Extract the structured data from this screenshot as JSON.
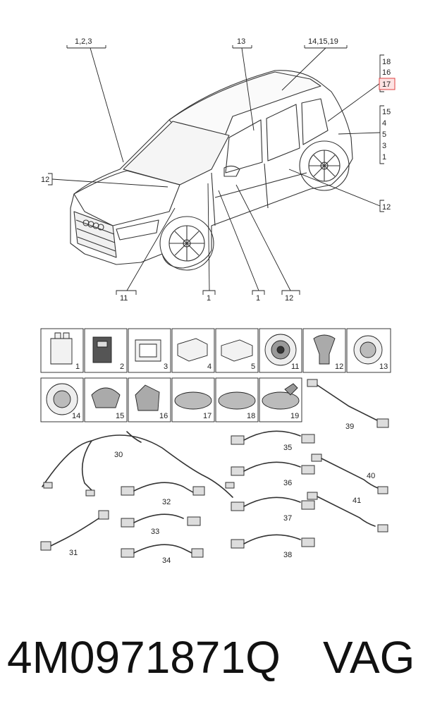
{
  "car_callouts": {
    "c123": "1,2,3",
    "c13": "13",
    "c141519": "14,15,19",
    "right_group_a": [
      "18",
      "16",
      "17"
    ],
    "right_group_a_highlight": "17",
    "right_group_b": [
      "15",
      "4",
      "5",
      "3",
      "1"
    ],
    "c12_left": "12",
    "c12_right": "12",
    "c11": "11",
    "c1a": "1",
    "c1b": "1",
    "c12_bottom": "12"
  },
  "parts_grid": {
    "row1": [
      "1",
      "2",
      "3",
      "4",
      "5",
      "11",
      "12",
      "13"
    ],
    "row2": [
      "14",
      "15",
      "16",
      "17",
      "18",
      "19"
    ]
  },
  "cable_labels": {
    "l30": "30",
    "l31": "31",
    "l32": "32",
    "l33": "33",
    "l34": "34",
    "l35": "35",
    "l36": "36",
    "l37": "37",
    "l38": "38",
    "l39": "39",
    "l40": "40",
    "l41": "41"
  },
  "caption": {
    "part_number": "4M0971871Q",
    "brand": "VAG"
  },
  "colors": {
    "line": "#222222",
    "highlight_border": "#e04040",
    "highlight_fill": "#fde3e3"
  }
}
